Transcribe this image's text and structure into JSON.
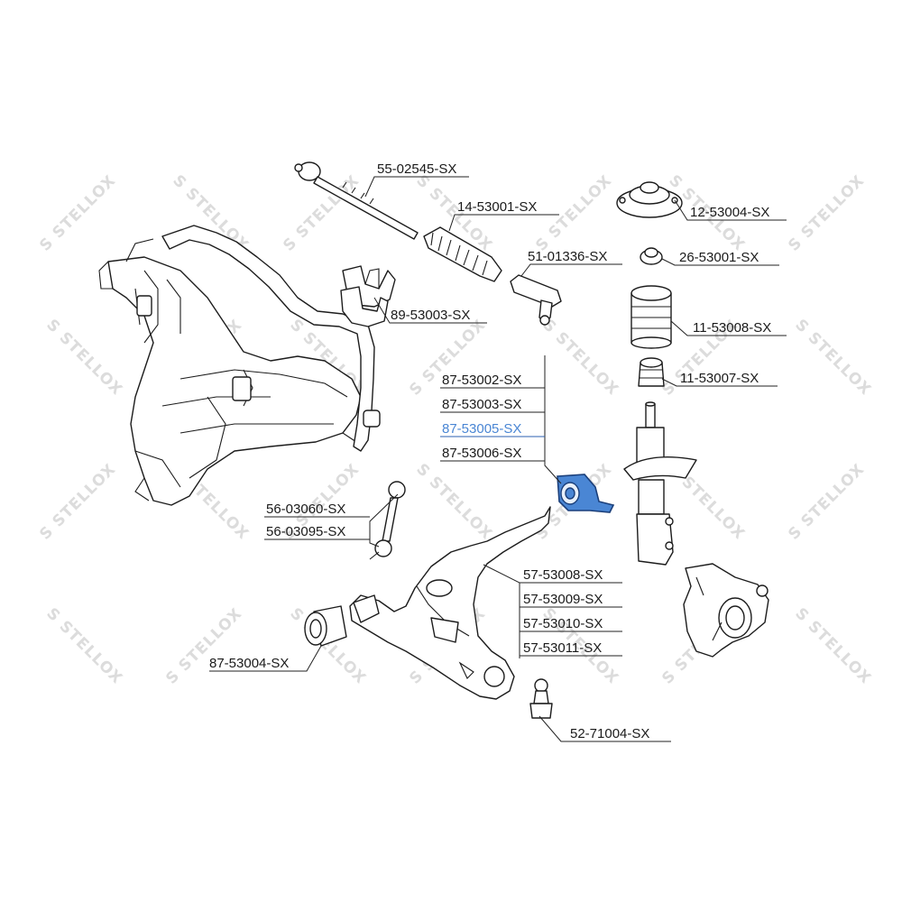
{
  "watermark": {
    "text": "STELLOX",
    "logo_glyph": "S"
  },
  "colors": {
    "highlight": "#4a86d4",
    "line": "#1c1c1c",
    "watermark": "#dcdcdc"
  },
  "part_numbers": {
    "p55_02545": "55-02545-SX",
    "p14_53001": "14-53001-SX",
    "p51_01336": "51-01336-SX",
    "p89_53003": "89-53003-SX",
    "p12_53004": "12-53004-SX",
    "p26_53001": "26-53001-SX",
    "p11_53008": "11-53008-SX",
    "p11_53007": "11-53007-SX",
    "p87_53002": "87-53002-SX",
    "p87_53003": "87-53003-SX",
    "p87_53005": "87-53005-SX",
    "p87_53006": "87-53006-SX",
    "p56_03060": "56-03060-SX",
    "p56_03095": "56-03095-SX",
    "p57_53008": "57-53008-SX",
    "p57_53009": "57-53009-SX",
    "p57_53010": "57-53010-SX",
    "p57_53011": "57-53011-SX",
    "p87_53004": "87-53004-SX",
    "p52_71004": "52-71004-SX"
  },
  "highlighted_part": "87-53005-SX"
}
